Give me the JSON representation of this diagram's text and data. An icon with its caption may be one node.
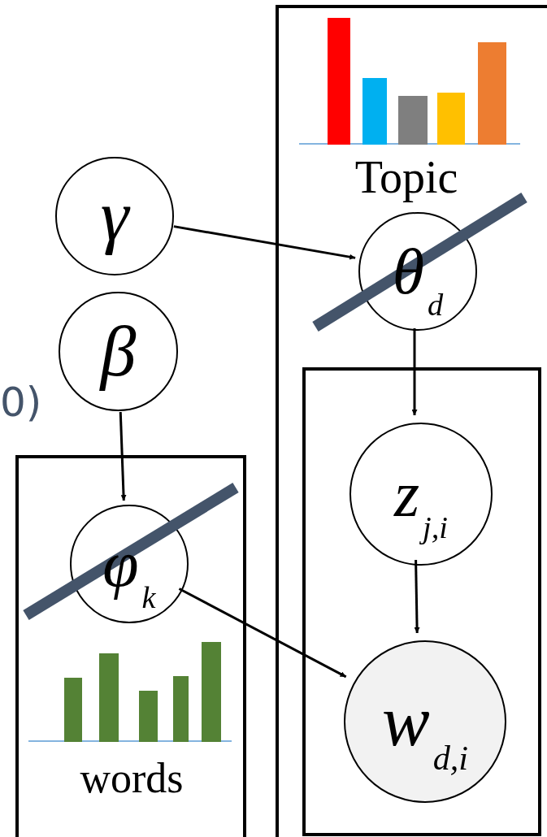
{
  "diagram": {
    "nodes": [
      {
        "text": [],
        "shape": "box"
      },
      {
        "text": [],
        "shape": "box",
        "in": 0
      },
      {
        "text": [],
        "shape": "box"
      },
      {
        "text": [
          "γ"
        ]
      },
      {
        "text": [
          "β"
        ]
      },
      {
        "text": [
          "θ$_{d}$"
        ],
        "in": 0
      },
      {
        "text": [
          "φ$_{k}$"
        ],
        "in": 2
      },
      {
        "text": [
          "z$_{j,i}$"
        ],
        "in": 1
      },
      {
        "text": [
          "w$_{d,i}$"
        ],
        "in": 1
      }
    ],
    "edges": [
      {
        "from": 3,
        "to": 5,
        "arrow": "to"
      },
      {
        "from": 5,
        "to": 7,
        "arrow": "to"
      },
      {
        "from": 4,
        "to": 6,
        "arrow": "to"
      },
      {
        "from": 7,
        "to": 8,
        "arrow": "to"
      },
      {
        "from": 6,
        "to": 8,
        "arrow": "to"
      }
    ],
    "labels": [
      "Topic",
      "0)",
      "words"
    ]
  }
}
